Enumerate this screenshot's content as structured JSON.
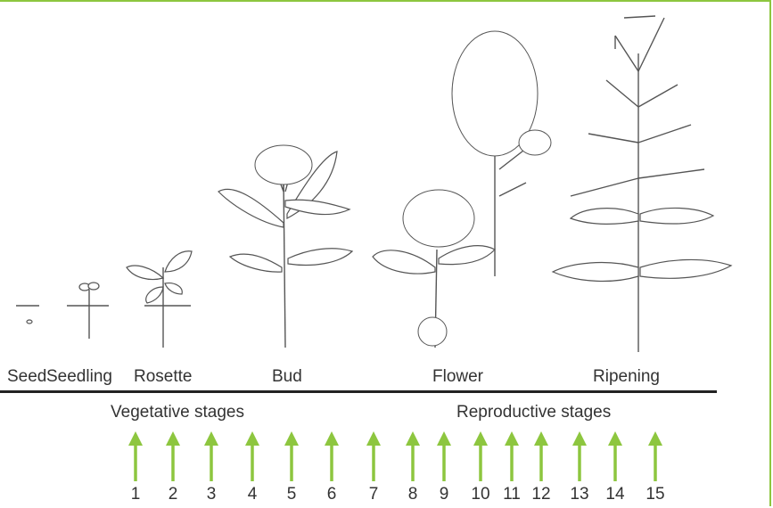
{
  "stages": [
    "Seed",
    "Seedling",
    "Rosette",
    "Bud",
    "Flower",
    "Ripening"
  ],
  "groups": [
    "Vegetative stages",
    "Reproductive stages"
  ],
  "numbers": [
    "1",
    "2",
    "3",
    "4",
    "5",
    "6",
    "7",
    "8",
    "9",
    "10",
    "11",
    "12",
    "13",
    "14",
    "15"
  ],
  "colors": {
    "accent": "#8dc63f",
    "line": "#222222",
    "text": "#333333"
  },
  "icons": [
    "up-arrow-icon"
  ]
}
